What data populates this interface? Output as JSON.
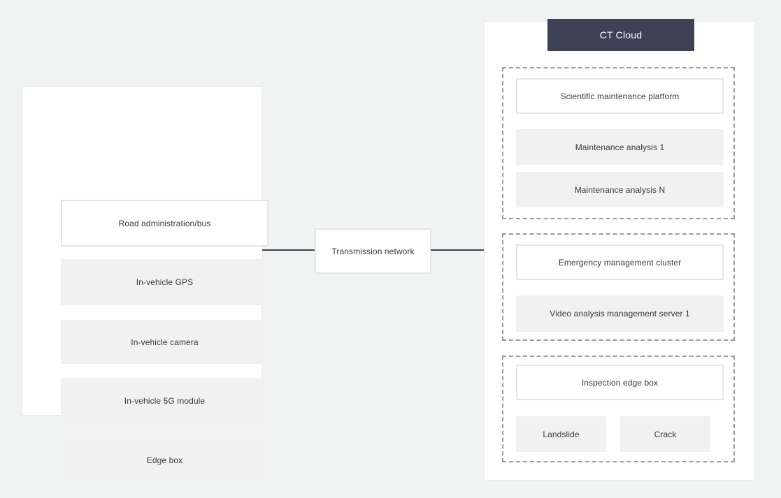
{
  "diagram": {
    "left_panel": {
      "nodes": {
        "road_admin": "Road administration/bus",
        "gps": "In-vehicle GPS",
        "camera": "In-vehicle camera",
        "module_5g": "In-vehicle 5G module",
        "edge_box": "Edge box"
      }
    },
    "connector": {
      "label": "Transmission network"
    },
    "right_panel": {
      "title": "CT Cloud",
      "groups": [
        {
          "header": "Scientific maintenance platform",
          "items": [
            "Maintenance analysis 1",
            "Maintenance analysis N"
          ]
        },
        {
          "header": "Emergency management cluster",
          "items": [
            "Video analysis management server 1"
          ]
        },
        {
          "header": "Inspection edge box",
          "items": [
            "Landslide",
            "Crack"
          ]
        }
      ]
    }
  },
  "colors": {
    "bg": "#f1f2f2",
    "panel_bg": "#ffffff",
    "panel_border": "#e7e9e9",
    "node_gray": "#f1f1f1",
    "node_border": "#e5e6e6",
    "accent": "#3f4254",
    "dash_color": "#9c9c9c",
    "text": "#3a3a3a"
  }
}
